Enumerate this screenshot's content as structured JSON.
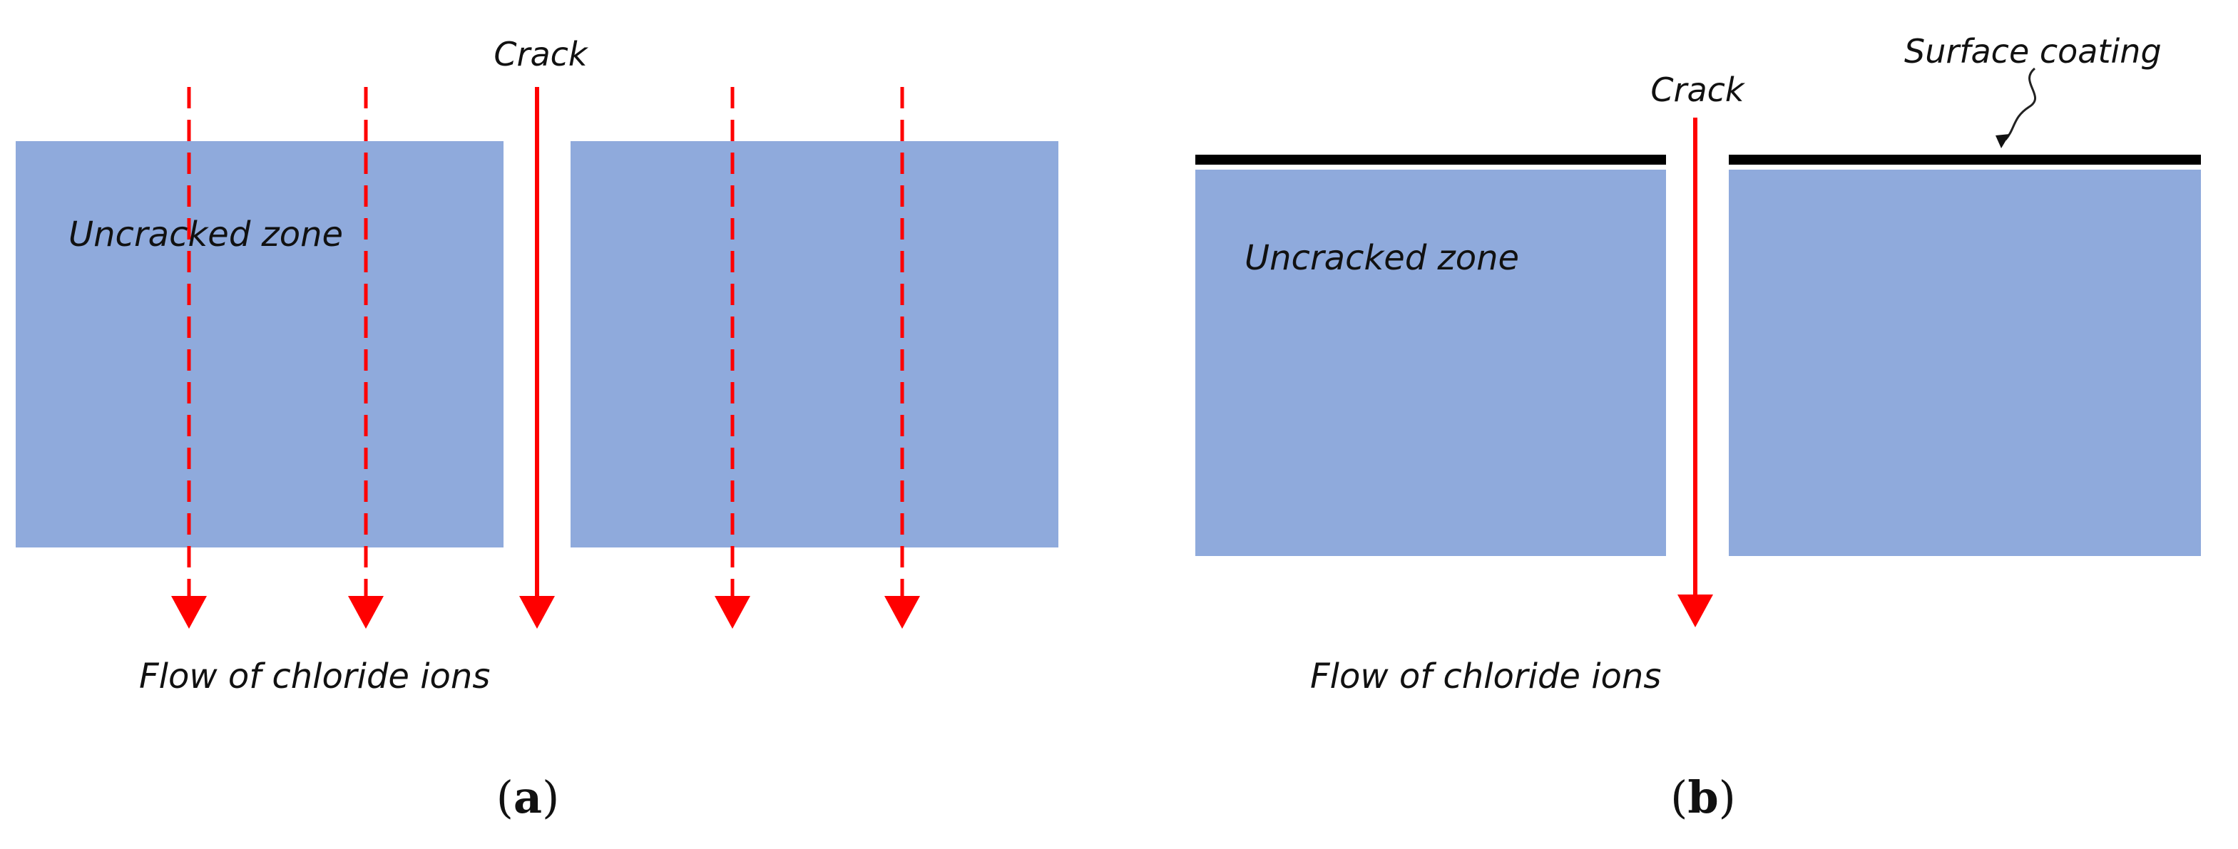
{
  "colors": {
    "concrete": "#8faadc",
    "flow_arrow": "#ff0000",
    "coating": "#000000",
    "text": "#111111"
  },
  "panel_a": {
    "crack_label": "Crack",
    "zone_label": "Uncracked zone",
    "flow_label": "Flow of chloride ions",
    "caption": {
      "open": "(",
      "letter": "a",
      "close": ")"
    }
  },
  "panel_b": {
    "crack_label": "Crack",
    "coating_label": "Surface coating",
    "zone_label": "Uncracked zone",
    "flow_label": "Flow of chloride ions",
    "caption": {
      "open": "(",
      "letter": "b",
      "close": ")"
    }
  }
}
